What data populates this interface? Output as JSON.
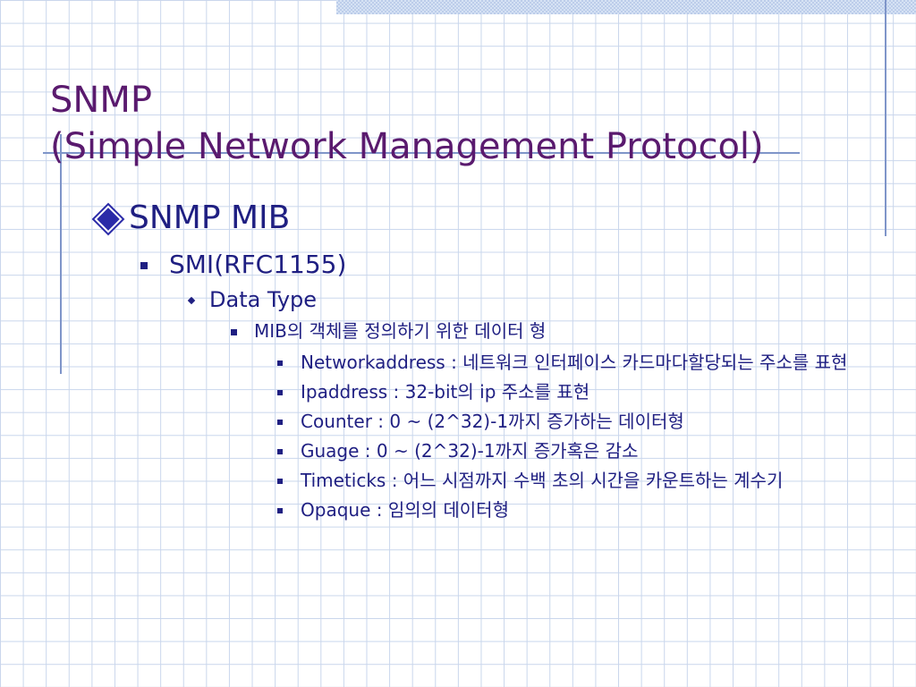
{
  "title": {
    "line1": "SNMP",
    "line2": "(Simple Network Management Protocol)"
  },
  "outline": {
    "level1": "SNMP MIB",
    "level2": "SMI(RFC1155)",
    "level3": "Data Type",
    "level4": "MIB의 객체를 정의하기 위한 데이터 형",
    "items": [
      "Networkaddress : 네트워크 인터페이스 카드마다할당되는 주소를 표현",
      "Ipaddress : 32-bit의 ip 주소를 표현",
      "Counter : 0 ~ (2^32)-1까지 증가하는 데이터형",
      "Guage : 0 ~ (2^32)-1까지 증가혹은 감소",
      "Timeticks : 어느 시점까지 수백 초의 시간을 카운트하는 계수기",
      "Opaque : 임의의 데이터형"
    ]
  },
  "colors": {
    "title": "#5a1a6e",
    "body_text": "#1f1f82",
    "rules": "#7f95c9",
    "grid": "#c9d6ec"
  },
  "icons": {
    "level1_bullet": "diamond-bullet-icon",
    "level2_bullet": "square-bullet-icon",
    "level3_bullet": "small-diamond-bullet-icon",
    "level4_bullet": "square-bullet-icon",
    "level5_bullet": "small-square-bullet-icon"
  }
}
